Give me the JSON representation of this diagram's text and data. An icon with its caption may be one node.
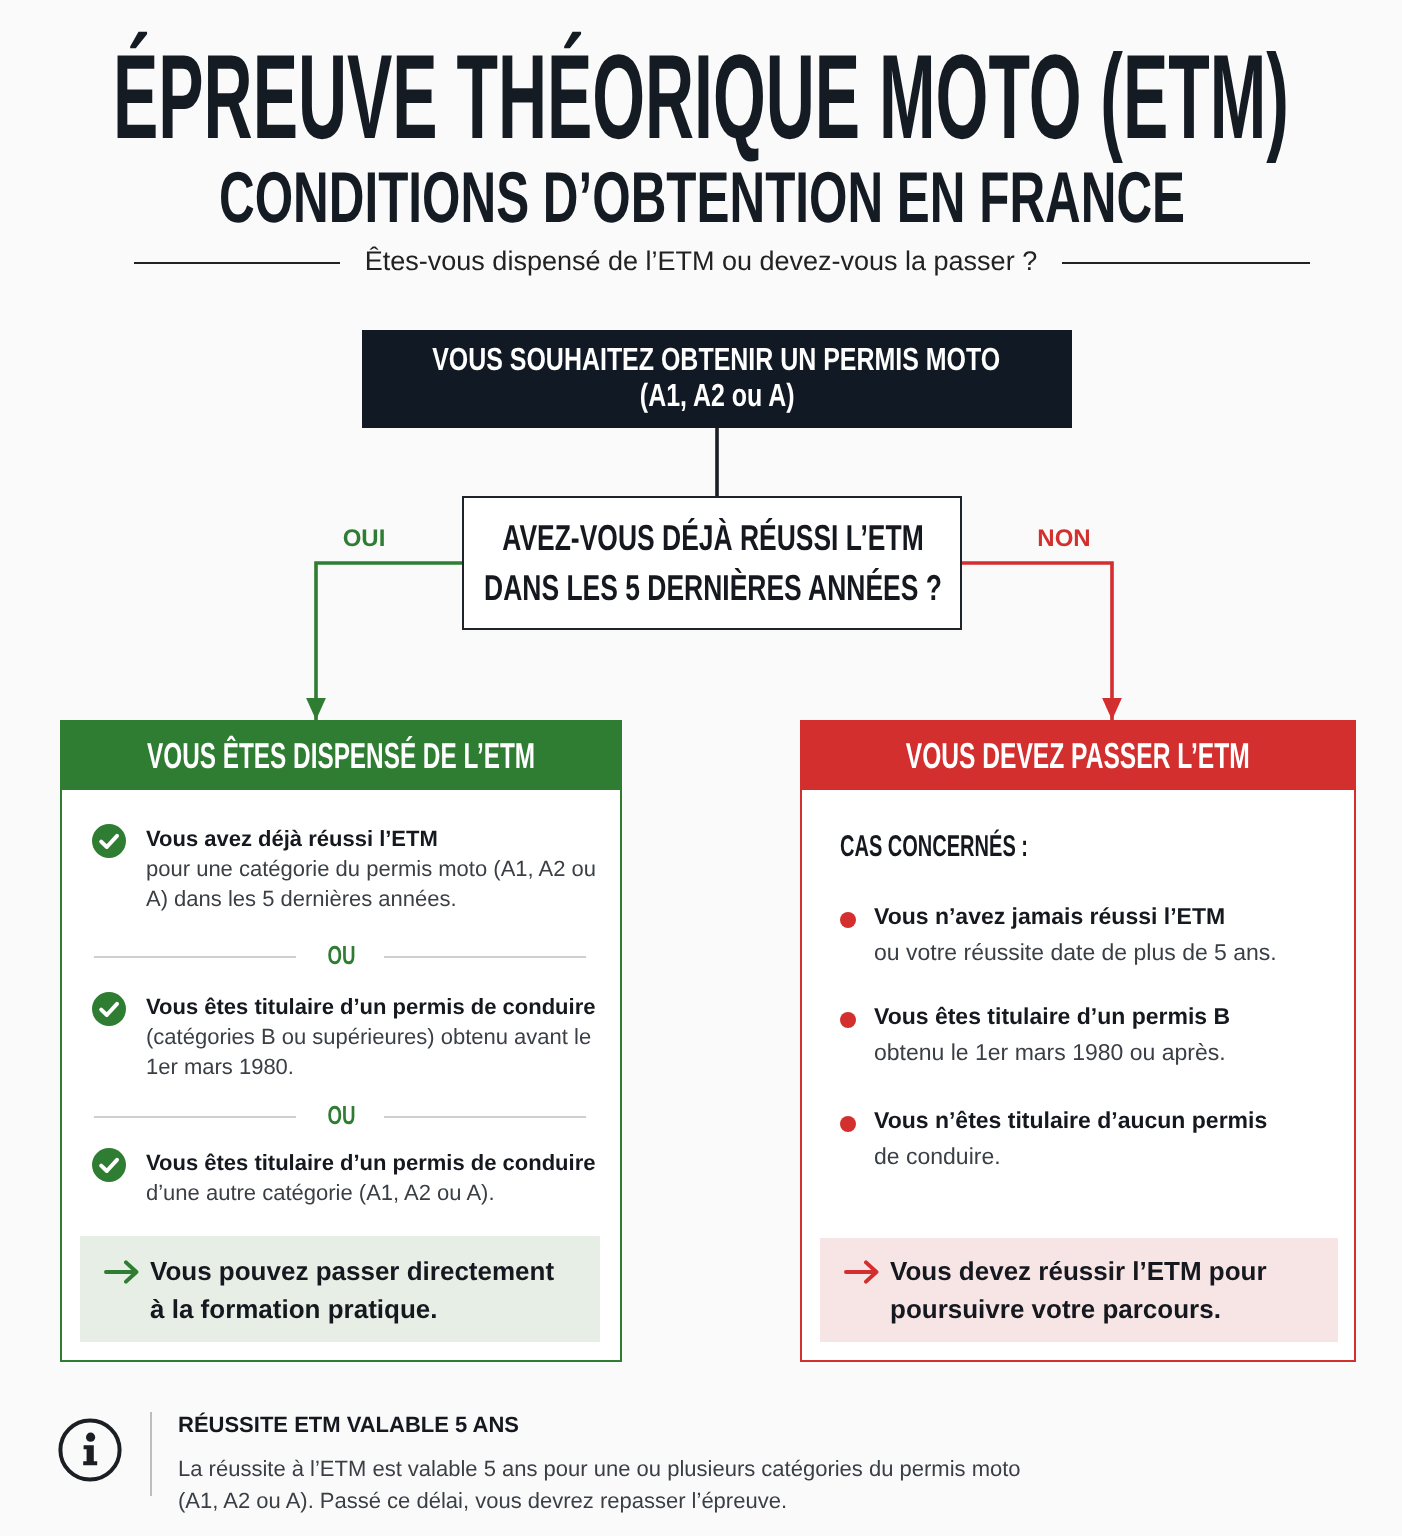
{
  "diagram": {
    "title": "ÉPREUVE THÉORIQUE MOTO (ETM)",
    "nodes": [
      {
        "text": [
          "VOUS SOUHAITEZ OBTENIR UN PERMIS MOTO",
          "(A1, A2 ou A)"
        ]
      },
      {
        "text": [
          "AVEZ-VOUS DÉJÀ RÉUSSI L’ETM DANS LES 5 DERNIÈRES ANNÉES ?"
        ]
      },
      {
        "text": [
          "VOUS ÊTES DISPENSÉ DE L’ETM",
          "**Vous avez déjà réussi l’ETM** pour une catégorie du permis moto (A1, A2 ou A) dans les 5 dernières années.",
          "OU",
          "**Vous êtes titulaire d’un permis de conduire** (catégories B ou supérieures) obtenu avant le 1er mars 1980.",
          "OU",
          "**Vous êtes titulaire d’un permis de conduire** d’une autre catégorie (A1, A2 ou A)."
        ]
      },
      {
        "text": [
          "VOUS DEVEZ PASSER L’ETM",
          "CAS CONCERNÉS :",
          "**Vous n’avez jamais réussi l’ETM** ou votre réussite date de plus de 5 ans.",
          "**Vous êtes titulaire d’un permis B** obtenu le 1er mars 1980 ou après.",
          "**Vous n’êtes titulaire d’aucun permis** de conduire."
        ]
      },
      {
        "text": [
          "Vous pouvez passer directement à la formation pratique."
        ],
        "in": 2
      },
      {
        "text": [
          "Vous devez réussir l’ETM pour poursuivre votre parcours."
        ],
        "in": 3
      }
    ],
    "edges": [
      {
        "from": 0,
        "to": 1,
        "arrow": "none"
      },
      {
        "from": 1,
        "to": 2,
        "arrow": "to",
        "label": "OUI",
        "color": "#2e7d32"
      },
      {
        "from": 1,
        "to": 3,
        "arrow": "to",
        "label": "NON",
        "color": "#d32f2f"
      }
    ],
    "labels": [
      "CONDITIONS D’OBTENTION EN FRANCE",
      "Êtes-vous dispensé de l’ETM ou devez-vous la passer ?",
      "RÉUSSITE ETM VALABLE 5 ANS",
      "La réussite à l’ETM est valable 5 ans pour une ou plusieurs catégories du permis moto (A1, A2 ou A). Passé ce délai, vous devrez repasser l’épreuve."
    ]
  }
}
